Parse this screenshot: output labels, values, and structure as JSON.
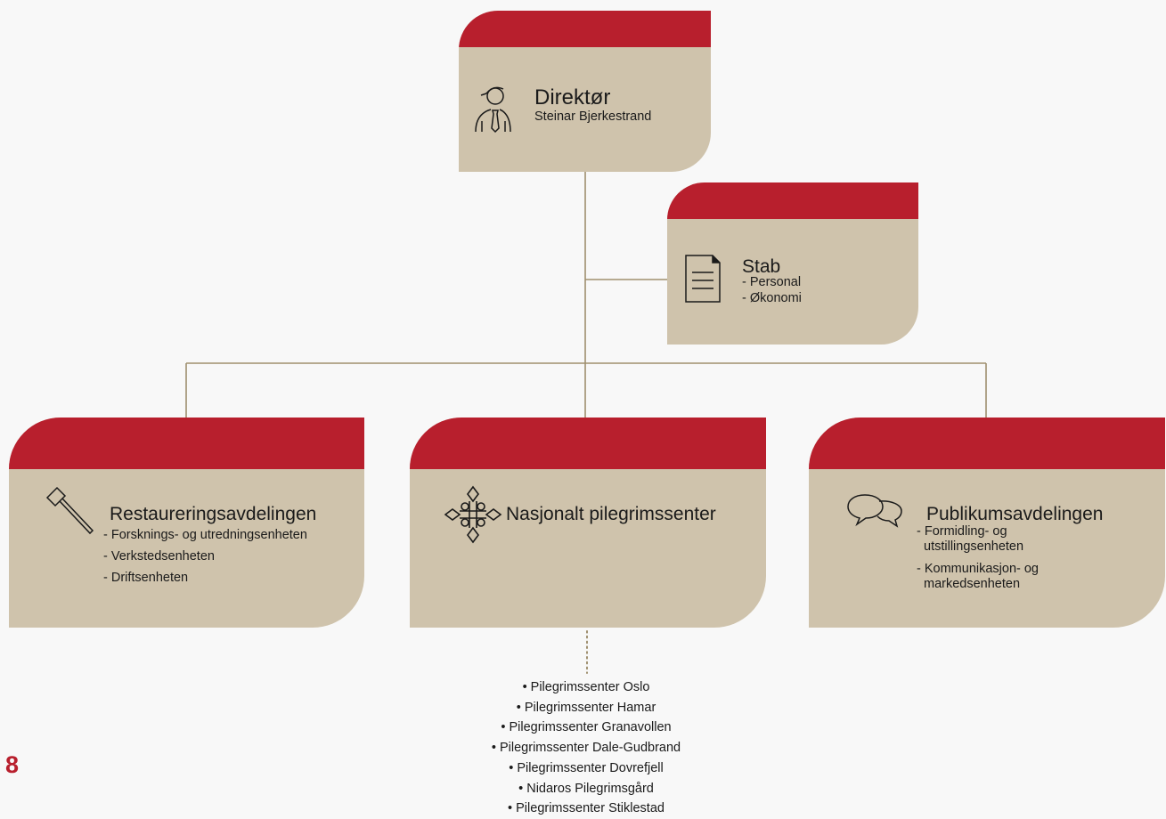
{
  "colors": {
    "card_fill": "#cfc3ac",
    "card_band": "#b81f2d",
    "connector": "#9f8f6e",
    "page_number": "#b81f2d"
  },
  "director": {
    "icon": "person-tie-icon",
    "title": "Direktør",
    "name": "Steinar Bjerkestrand"
  },
  "stab": {
    "icon": "document-icon",
    "title": "Stab",
    "items": [
      "- Personal",
      "- Økonomi"
    ]
  },
  "restaurering": {
    "icon": "hammer-icon",
    "title": "Restaureringsavdelingen",
    "items": [
      "- Forsknings- og utredningsenheten",
      "- Verkstedsenheten",
      "- Driftsenheten"
    ]
  },
  "pilegrim": {
    "icon": "pilgrim-cross-icon",
    "title": "Nasjonalt pilegrimssenter",
    "centers": [
      "• Pilegrimssenter Oslo",
      "• Pilegrimssenter Hamar",
      "• Pilegrimssenter Granavollen",
      "• Pilegrimssenter Dale-Gudbrand",
      "• Pilegrimssenter Dovrefjell",
      "• Nidaros Pilegrimsgård",
      "• Pilegrimssenter Stiklestad"
    ]
  },
  "publikum": {
    "icon": "speech-bubbles-icon",
    "title": "Publikumsavdelingen",
    "items": [
      [
        "- Formidling- og",
        "utstillingsenheten"
      ],
      [
        "- Kommunikasjon- og",
        "markedsenheten"
      ]
    ]
  },
  "page_number": "8"
}
